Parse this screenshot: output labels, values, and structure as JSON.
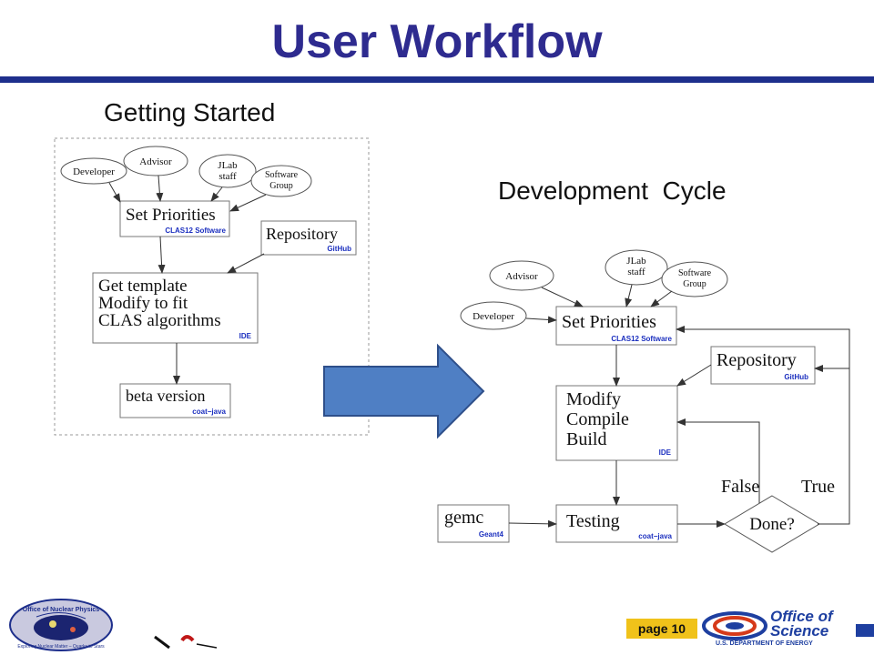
{
  "slide": {
    "title": "User Workflow",
    "page_label": "page 10"
  },
  "getting_started": {
    "heading": "Getting Started",
    "nodes": {
      "developer": "Developer",
      "advisor": "Advisor",
      "jlab_line1": "JLab",
      "jlab_line2": "staff",
      "software_line1": "Software",
      "software_line2": "Group",
      "set_priorities": "Set Priorities",
      "set_priorities_tag": "CLAS12 Software",
      "repository": "Repository",
      "repository_tag": "GitHub",
      "template_line1": "Get template",
      "template_line2": "Modify to fit",
      "template_line3": "CLAS algorithms",
      "template_tag": "IDE",
      "beta": "beta version",
      "beta_tag": "coat−java"
    }
  },
  "development_cycle": {
    "heading": "Development  Cycle",
    "nodes": {
      "advisor": "Advisor",
      "jlab_line1": "JLab",
      "jlab_line2": "staff",
      "software_line1": "Software",
      "software_line2": "Group",
      "developer": "Developer",
      "set_priorities": "Set Priorities",
      "set_priorities_tag": "CLAS12 Software",
      "repository": "Repository",
      "repository_tag": "GitHub",
      "modify_line1": "Modify",
      "modify_line2": "Compile",
      "modify_line3": "Build",
      "modify_tag": "IDE",
      "gemc": "gemc",
      "gemc_tag": "Geant4",
      "testing": "Testing",
      "testing_tag": "coat−java",
      "done": "Done?",
      "false_label": "False",
      "true_label": "True"
    }
  },
  "logos": {
    "nuclear_physics_line1": "Office of Nuclear Physics",
    "nuclear_physics_tagline": "Exploring Nuclear Matter – Quarks to Stars",
    "office_line1": "Office of",
    "office_line2": "Science",
    "office_dept": "U.S. DEPARTMENT OF ENERGY"
  },
  "colors": {
    "title": "#2e2b8f",
    "rule": "#1e2f8c",
    "tag_blue": "#1b2fbf",
    "arrow_fill": "#4f7fc4",
    "arrow_stroke": "#2e4f8a",
    "page_badge": "#f0c21a"
  }
}
